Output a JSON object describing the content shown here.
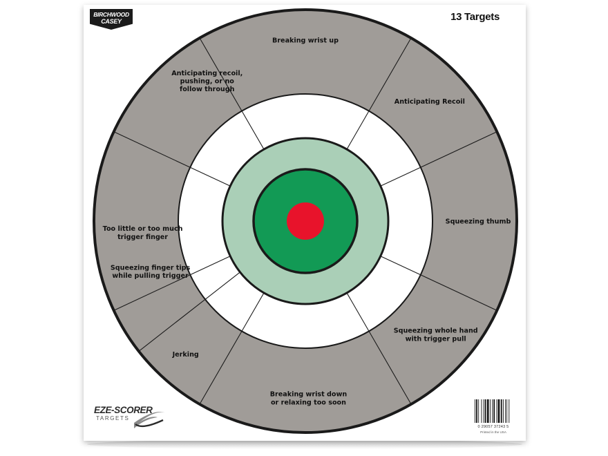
{
  "brand": {
    "line1": "BIRCHWOOD",
    "line2": "CASEY"
  },
  "targets_count": "13 Targets",
  "segments": [
    {
      "lines": [
        "Breaking wrist up"
      ]
    },
    {
      "lines": [
        "Anticipating Recoil"
      ]
    },
    {
      "lines": [
        "Squeezing thumb"
      ]
    },
    {
      "lines": [
        "Squeezing whole hand",
        "with trigger pull"
      ]
    },
    {
      "lines": [
        "Breaking wrist down",
        "or relaxing too soon"
      ]
    },
    {
      "lines": [
        "Jerking"
      ]
    },
    {
      "lines": [
        "Squeezing finger tips",
        "while pulling trigger"
      ]
    },
    {
      "lines": [
        "Too little or too much",
        "trigger finger"
      ]
    },
    {
      "lines": [
        "Anticipating recoil,",
        "pushing, or no",
        "follow through"
      ]
    }
  ],
  "colors": {
    "outer_ring": "#a09c98",
    "outline": "#1a1a1a",
    "white_ring": "#ffffff",
    "light_green_ring": "#aacfb7",
    "green_disc": "#129a55",
    "bullseye": "#e8132b"
  },
  "footer": {
    "logo_word": "EZE-SCORER",
    "logo_sub": "TARGETS",
    "barcode_number": "0  29057 37243  5",
    "printed": "Printed in the USA"
  }
}
